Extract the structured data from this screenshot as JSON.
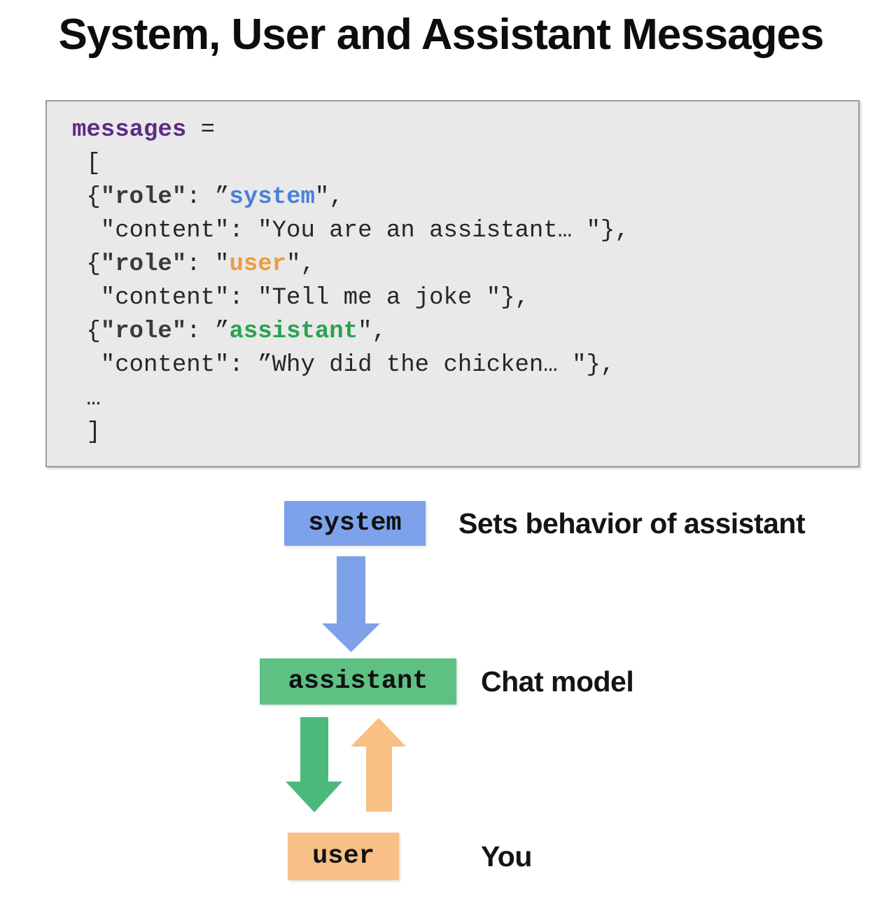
{
  "title": "System, User and Assistant Messages",
  "colors": {
    "purple": "#5b2c86",
    "blue_code": "#4a80d9",
    "orange_code": "#f09a3d",
    "green_code": "#2aa251",
    "key_dark": "#3a3a3a",
    "code_text": "#262626",
    "code_bg": "#e9e9e9",
    "code_border": "#9b9b9b",
    "system_box": "#7da2ea",
    "assistant_box": "#5ec083",
    "user_box": "#f8bf86",
    "arrow_blue": "#7da2ea",
    "arrow_green": "#4cb87b",
    "arrow_orange": "#f8c084",
    "title_text": "#0d0d0d"
  },
  "code": {
    "lines": [
      [
        [
          "pu",
          "messages"
        ],
        [
          "p",
          " ="
        ]
      ],
      [
        [
          "p",
          " ["
        ]
      ],
      [
        [
          "p",
          " {"
        ],
        [
          "k",
          "\"role\""
        ],
        [
          "p",
          ": ”"
        ],
        [
          "b",
          "system"
        ],
        [
          "p",
          "\","
        ]
      ],
      [
        [
          "p",
          "  \"content\": \"You are an assistant… \"},"
        ]
      ],
      [
        [
          "p",
          " {"
        ],
        [
          "k",
          "\"role\""
        ],
        [
          "p",
          ": \""
        ],
        [
          "o",
          "user"
        ],
        [
          "p",
          "\","
        ]
      ],
      [
        [
          "p",
          "  \"content\": \"Tell me a joke \"},"
        ]
      ],
      [
        [
          "p",
          " {"
        ],
        [
          "k",
          "\"role\""
        ],
        [
          "p",
          ": ”"
        ],
        [
          "g",
          "assistant"
        ],
        [
          "p",
          "\","
        ]
      ],
      [
        [
          "p",
          "  \"content\": ”Why did the chicken… \"},"
        ]
      ],
      [
        [
          "p",
          " …"
        ]
      ],
      [
        [
          "p",
          " ]"
        ]
      ]
    ]
  },
  "diagram": {
    "nodes": [
      {
        "label": "system",
        "desc": "Sets behavior of assistant"
      },
      {
        "label": "assistant",
        "desc": "Chat model"
      },
      {
        "label": "user",
        "desc": "You"
      }
    ]
  }
}
